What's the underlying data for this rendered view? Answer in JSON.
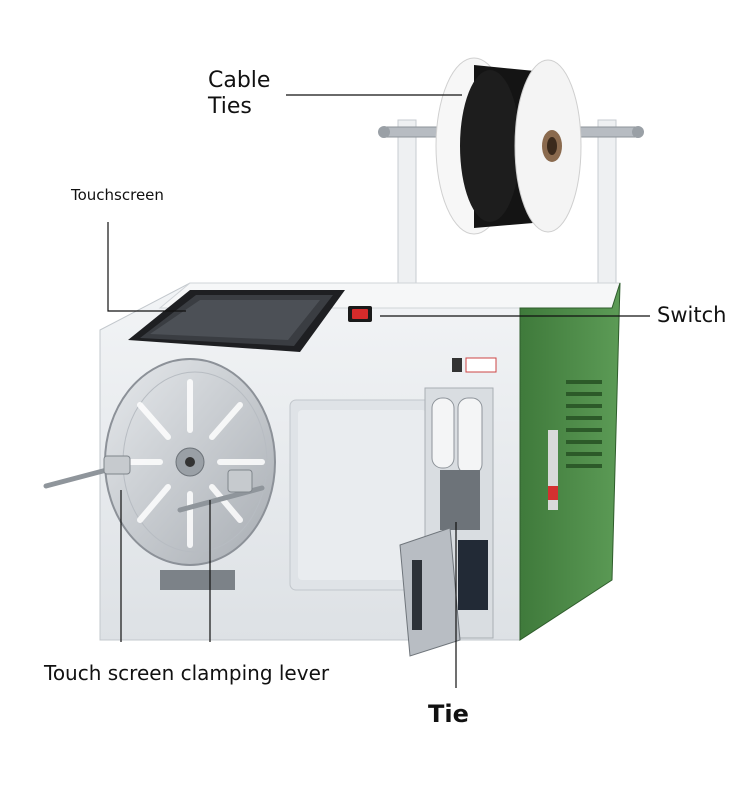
{
  "labels": {
    "cable_ties_line1": "Cable",
    "cable_ties_line2": "Ties",
    "touchscreen": "Touchscreen",
    "switch": "Switch",
    "clamping_lever": "Touch screen clamping lever",
    "tie": "Tie"
  },
  "colors": {
    "body_white": "#e9ecef",
    "panel_green": "#4f8a4a",
    "screen_dark": "#2b2d31",
    "switch_red": "#d52b2b",
    "metal": "#b9bec4",
    "spool_black": "#151515"
  }
}
